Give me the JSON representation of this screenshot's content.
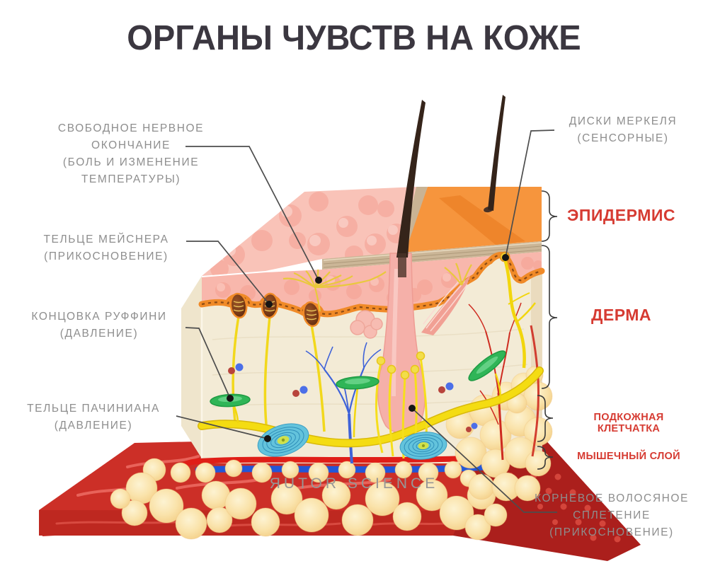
{
  "title": "ОРГАНЫ ЧУВСТВ НА КОЖЕ",
  "watermark": "ЯUTOR SCIENCE",
  "receptor_labels": {
    "free_nerve_ending": {
      "lines": [
        "СВОБОДНОЕ НЕРВНОЕ",
        "ОКОНЧАНИЕ",
        "(БОЛЬ И ИЗМЕНЕНИЕ",
        "ТЕМПЕРАТУРЫ)"
      ]
    },
    "meissner_corpuscle": {
      "lines": [
        "ТЕЛЬЦЕ МЕЙСНЕРА",
        "(ПРИКОСНОВЕНИЕ)"
      ]
    },
    "ruffini_ending": {
      "lines": [
        "КОНЦОВКА РУФФИНИ",
        "(ДАВЛЕНИЕ)"
      ]
    },
    "pacinian_corpuscle": {
      "lines": [
        "ТЕЛЬЦЕ ПАЧИНИАНА",
        "(ДАВЛЕНИЕ)"
      ]
    },
    "merkel_discs": {
      "lines": [
        "ДИСКИ МЕРКЕЛЯ",
        "(СЕНСОРНЫЕ)"
      ]
    },
    "root_hair_plexus": {
      "lines": [
        "КОРНЕВОЕ ВОЛОСЯНОЕ",
        "СПЛЕТЕНИЕ",
        "(ПРИКОСНОВЕНИЕ)"
      ]
    }
  },
  "skin_layers": {
    "epidermis": "ЭПИДЕРМИС",
    "dermis": "ДЕРМА",
    "subcutaneous": "ПОДКОЖНАЯ КЛЕТЧАТКА",
    "muscle": "МЫШЕЧНЫЙ СЛОЙ"
  },
  "colors": {
    "layer_label_red": "#D63B32",
    "receptor_label_gray": "#8E8E8E",
    "title_dark": "#3B3740",
    "nerve_yellow": "#F4DC12",
    "epidermis_orange": "#F6953D",
    "dermis_cream": "#F3EBD6",
    "muscle_red": "#CC2F27"
  }
}
